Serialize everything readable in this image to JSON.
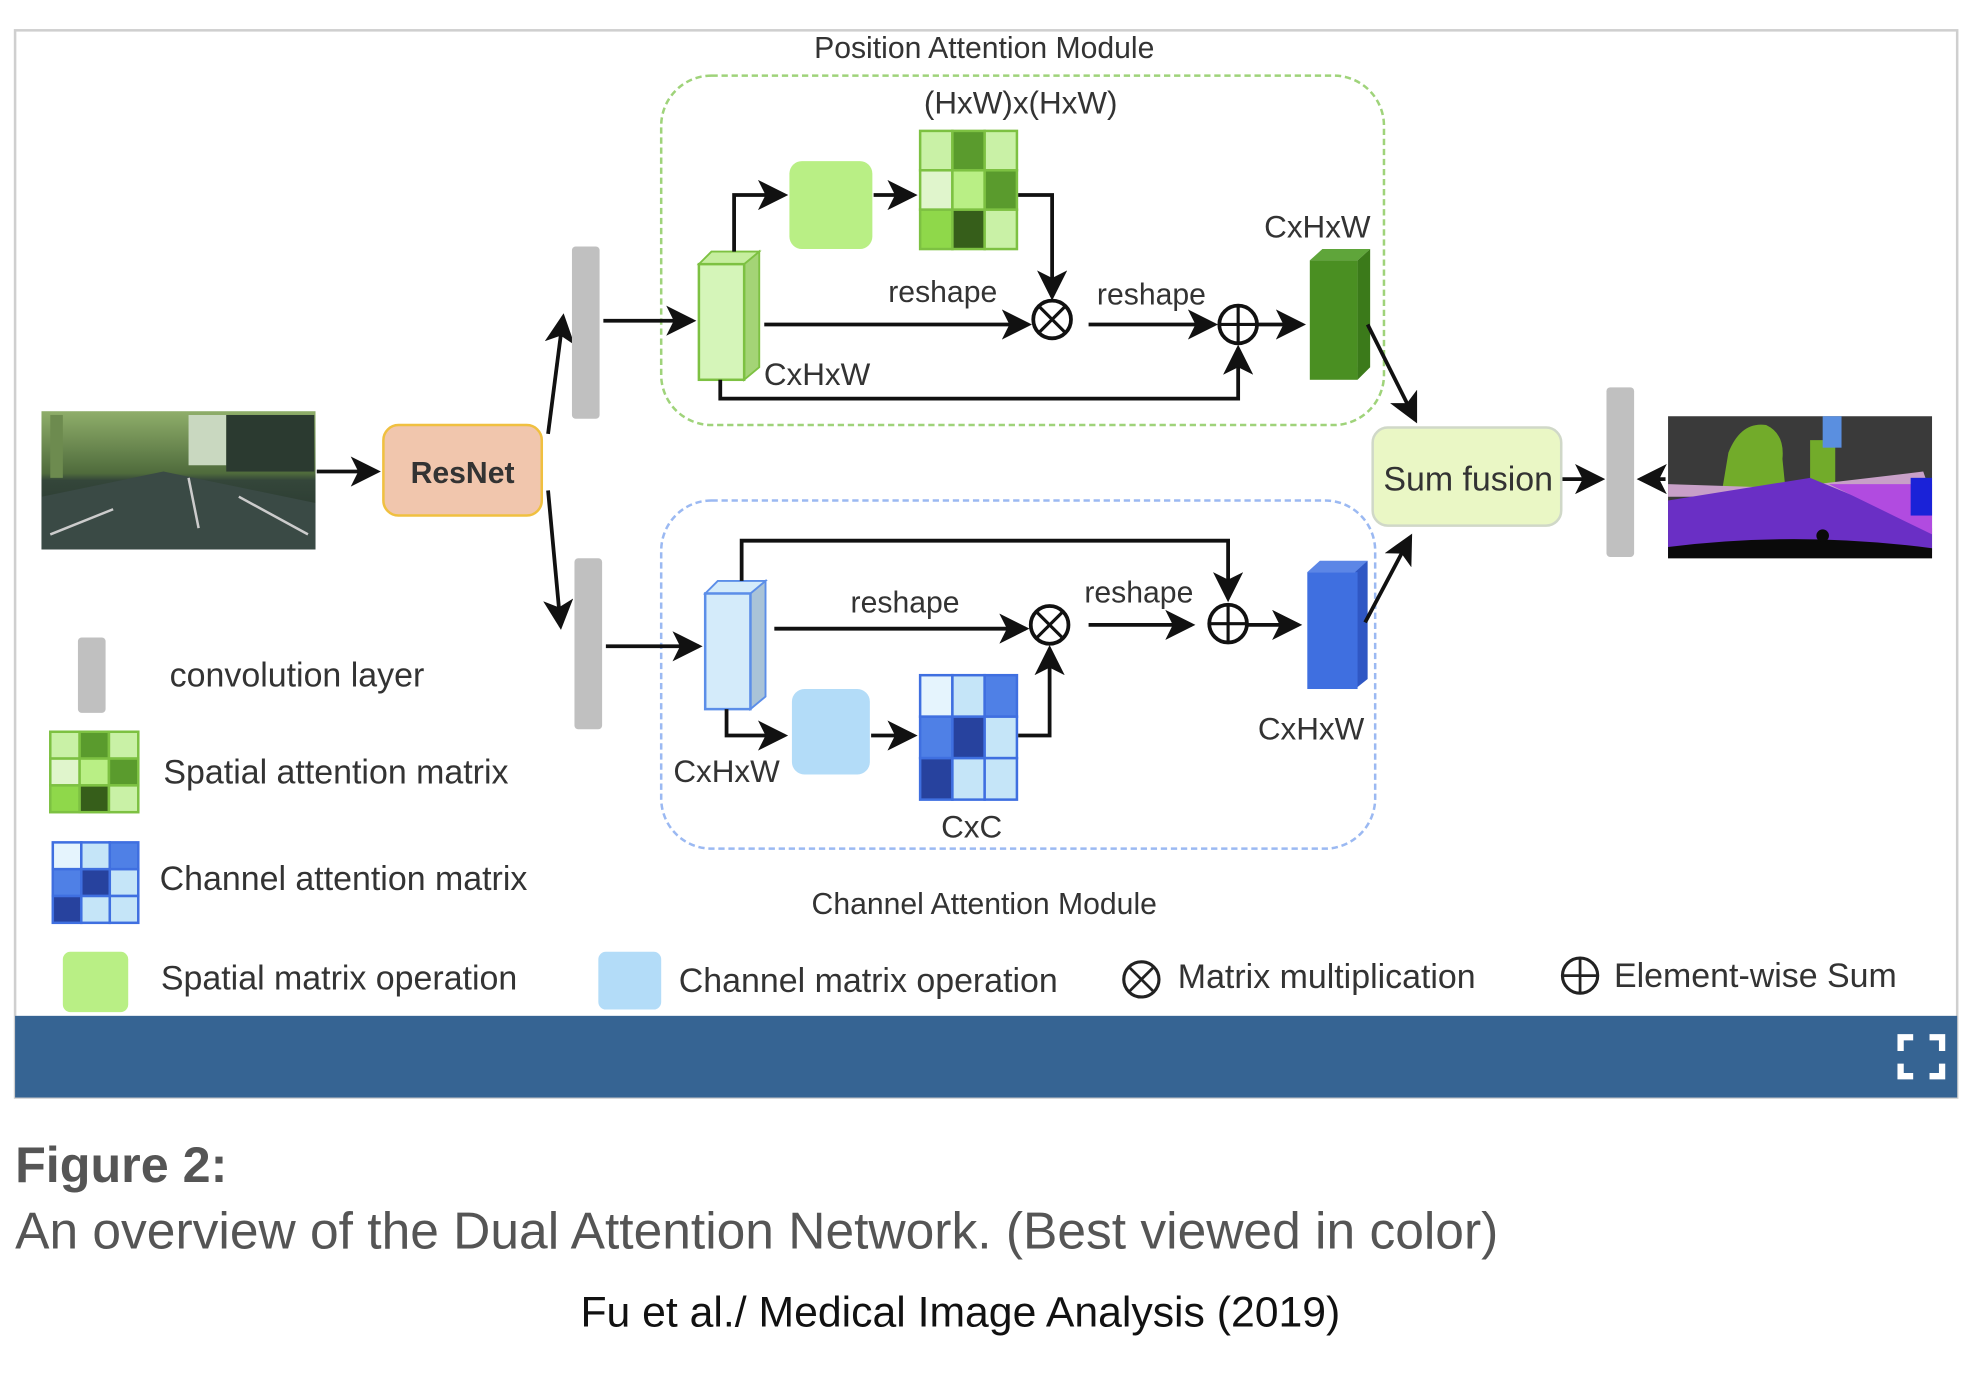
{
  "figure": {
    "position_module_title": "Position Attention Module",
    "channel_module_title": "Channel Attention Module",
    "backbone_label": "ResNet",
    "fusion_label": "Sum fusion",
    "spatial_matrix_dims": "(HxW)x(HxW)",
    "channel_matrix_dims": "CxC",
    "pam_input_dims": "CxHxW",
    "pam_output_dims": "CxHxW",
    "cam_input_dims": "CxHxW",
    "cam_output_dims": "CxHxW",
    "reshape_label": "reshape",
    "colors": {
      "position_module": "#7dc142",
      "channel_module": "#5c8ee8",
      "resnet_fill": "#f1c6ad",
      "fusion_fill": "#eaf7c5",
      "conv_layer": "#c0c0c0",
      "toolbar": "#366493"
    }
  },
  "legend": [
    {
      "icon": "conv-layer",
      "label": "convolution layer"
    },
    {
      "icon": "spatial-matrix",
      "label": "Spatial attention matrix"
    },
    {
      "icon": "channel-matrix",
      "label": "Channel attention matrix"
    },
    {
      "icon": "spatial-op",
      "label": "Spatial matrix operation"
    },
    {
      "icon": "channel-op",
      "label": "Channel matrix operation"
    },
    {
      "icon": "otimes",
      "label": "Matrix multiplication"
    },
    {
      "icon": "oplus",
      "label": "Element-wise Sum"
    }
  ],
  "toolbar": {
    "fullscreen_icon": "expand-icon"
  },
  "caption": {
    "heading": "Figure 2:",
    "text": "An overview of the Dual Attention Network. (Best viewed in color)",
    "citation": "Fu et al./ Medical Image Analysis (2019)"
  }
}
